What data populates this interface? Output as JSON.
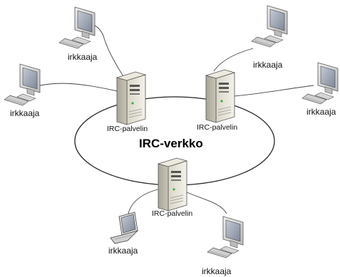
{
  "network": {
    "title": "IRC-verkko",
    "server_label": "IRC-palvelin",
    "client_label": "irkkaaja"
  },
  "icons": {
    "server": "server-tower-icon",
    "desktop": "desktop-computer-icon",
    "laptop": "laptop-icon"
  }
}
